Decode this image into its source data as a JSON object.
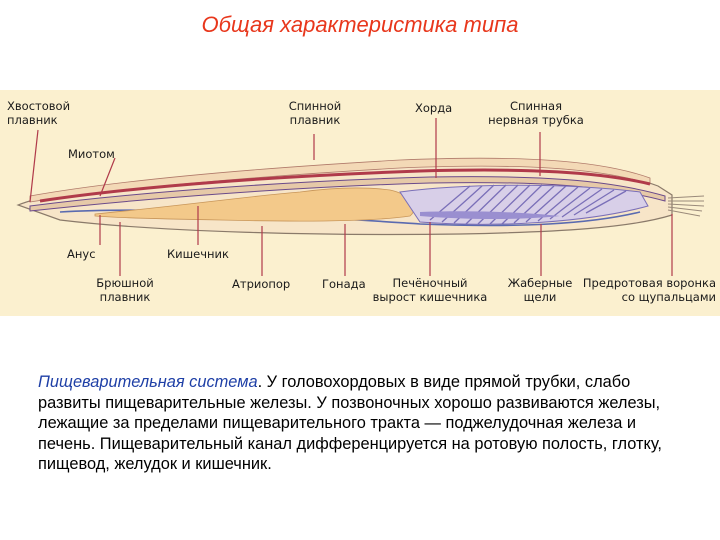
{
  "title": "Общая характеристика типа",
  "labels": {
    "tail_fin": [
      "Хвостовой",
      "плавник"
    ],
    "myotome": "Миотом",
    "dorsal_fin": [
      "Спинной",
      "плавник"
    ],
    "notochord": "Хорда",
    "nerve_tube": [
      "Спинная",
      "нервная трубка"
    ],
    "anus": "Анус",
    "intestine": "Кишечник",
    "ventral_fin": [
      "Брюшной",
      "плавник"
    ],
    "atriopore": "Атриопор",
    "gonad": "Гонада",
    "liver_outgrowth": [
      "Печёночный",
      "вырост кишечника"
    ],
    "gill_slits": [
      "Жаберные",
      "щели"
    ],
    "oral_funnel": [
      "Предротовая воронка",
      "со щупальцами"
    ]
  },
  "paragraph": {
    "lead": "Пищеварительная система",
    "body": ". У головохордовых в виде прямой трубки, слабо развиты пищеварительные железы. У позвоночных хорошо развиваются железы, лежащие за пределами пищеварительного тракта — поджелудочная железа и печень. Пищеварительный канал дифференцируется на ротовую полость, глотку, пищевод, желудок и кишечник."
  },
  "colors": {
    "title": "#e8371c",
    "panel": "#fbf0cf",
    "lead": "#1e3fa6",
    "nerve_tube": "#b03a4a",
    "notochord": "#e6c9a8",
    "gut": "#f3c98a",
    "pharynx": "#7a6fb8"
  }
}
